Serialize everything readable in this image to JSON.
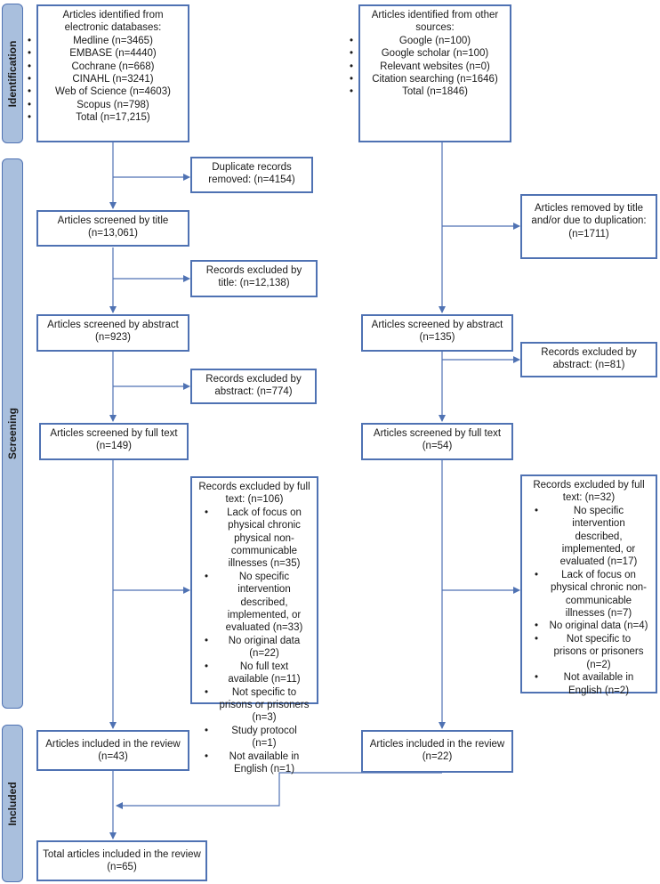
{
  "phases": {
    "identification": "Identification",
    "screening": "Screening",
    "included": "Included"
  },
  "left": {
    "databases": {
      "title": "Articles identified from electronic databases:",
      "items": [
        "Medline (n=3465)",
        "EMBASE (n=4440)",
        "Cochrane (n=668)",
        "CINAHL (n=3241)",
        "Web of Science (n=4603)",
        "Scopus (n=798)",
        "Total (n=17,215)"
      ]
    },
    "duplicates": "Duplicate records removed: (n=4154)",
    "by_title": "Articles screened by title (n=13,061)",
    "excluded_title": "Records excluded by title: (n=12,138)",
    "by_abstract": "Articles screened by abstract (n=923)",
    "excluded_abstract": "Records excluded by abstract: (n=774)",
    "full_text": "Articles screened by full text (n=149)",
    "excluded_full": {
      "title": "Records excluded by full text: (n=106)",
      "items": [
        "Lack of focus on physical chronic physical non-communicable illnesses (n=35)",
        "No specific intervention described, implemented, or evaluated (n=33)",
        "No original data (n=22)",
        "No full text available (n=11)",
        "Not specific to prisons or prisoners (n=3)",
        "Study protocol (n=1)",
        "Not available in English (n=1)"
      ]
    },
    "included": "Articles included in the review (n=43)"
  },
  "right": {
    "other": {
      "title": "Articles identified from other sources:",
      "items": [
        "Google (n=100)",
        "Google scholar (n=100)",
        "Relevant websites (n=0)",
        "Citation searching (n=1646)",
        "Total (n=1846)"
      ]
    },
    "removed": "Articles removed by title and/or due to duplication: (n=1711)",
    "by_abstract": "Articles screened by abstract (n=135)",
    "excluded_abstract": "Records excluded by abstract: (n=81)",
    "full_text": "Articles screened by full text (n=54)",
    "excluded_full": {
      "title": "Records excluded by full text: (n=32)",
      "items": [
        "No specific intervention described, implemented, or evaluated (n=17)",
        "Lack of focus on physical chronic non-communicable illnesses (n=7)",
        "No original data (n=4)",
        "Not specific to prisons or prisoners (n=2)",
        "Not available in English (n=2)"
      ]
    },
    "included": "Articles included in the review (n=22)"
  },
  "total": "Total articles included in the review (n=65)",
  "colors": {
    "border": "#4f72b3",
    "phase_fill": "#a9bfdd",
    "arrow": "#4f72b3"
  }
}
